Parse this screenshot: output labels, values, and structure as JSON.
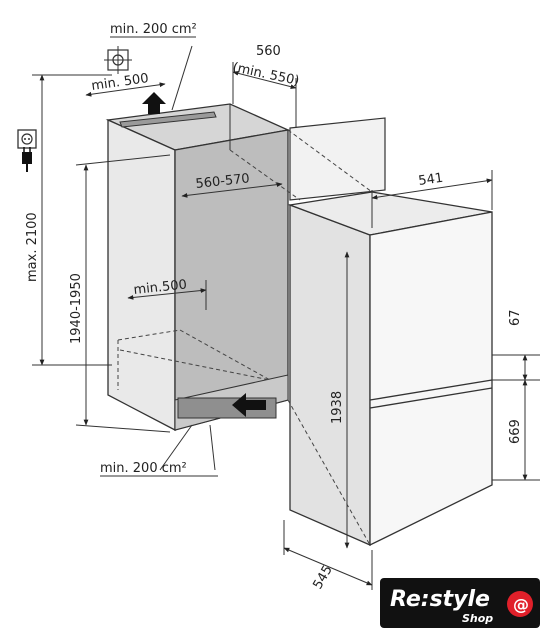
{
  "labels": {
    "vent_top": "min. 200 cm²",
    "depth_top": "560",
    "depth_top_min": "(min. 550)",
    "niche_width_top": "min. 500",
    "inner_width": "560-570",
    "inner_depth": "min.500",
    "max_height": "max. 2100",
    "niche_height": "1940-1950",
    "fridge_width": "541",
    "appliance_height": "1938",
    "upper_gap": "67",
    "lower_door_height": "669",
    "appliance_depth": "545",
    "vent_bottom": "min. 200 cm²"
  },
  "logo": {
    "brand": "Re:style",
    "sub": "Shop"
  },
  "colors": {
    "niche_inner": "#bdbdbd",
    "appliance_side": "#e2e2e2",
    "appliance_front": "#f7f7f7",
    "logo_bg": "#111111",
    "logo_accent": "#e0202a"
  },
  "icons": [
    "vent-grille-icon",
    "power-socket-icon",
    "power-plug-icon",
    "airflow-arrow-icon"
  ]
}
